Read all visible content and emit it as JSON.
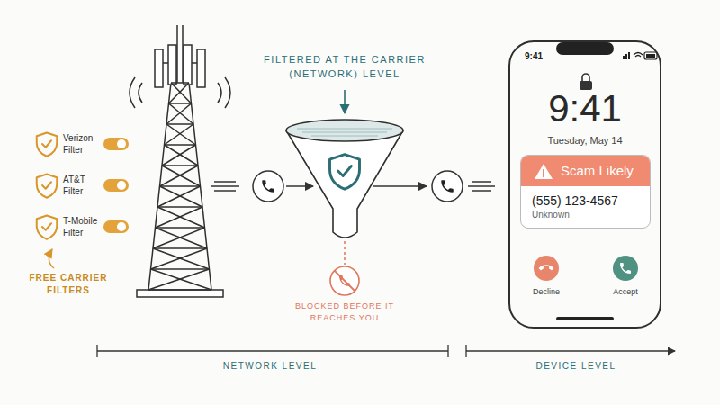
{
  "diagram": {
    "nodes": [
      {
        "text": [
          "9:41",
          "9:41",
          "Tuesday, May 14"
        ]
      },
      {
        "text": [
          "Scam Likely",
          "(555) 123-4567",
          "Unknown"
        ],
        "in": 0
      },
      {
        "text": [
          "Decline"
        ],
        "in": 0
      },
      {
        "text": [
          "Accept"
        ],
        "in": 0
      }
    ],
    "labels": [
      "Verizon Filter",
      "AT&T Filter",
      "T-Mobile Filter",
      "FREE CARRIER FILTERS",
      "FILTERED AT THE CARRIER (NETWORK) LEVEL",
      "BLOCKED BEFORE IT REACHES YOU",
      "NETWORK LEVEL",
      "DEVICE LEVEL"
    ]
  }
}
